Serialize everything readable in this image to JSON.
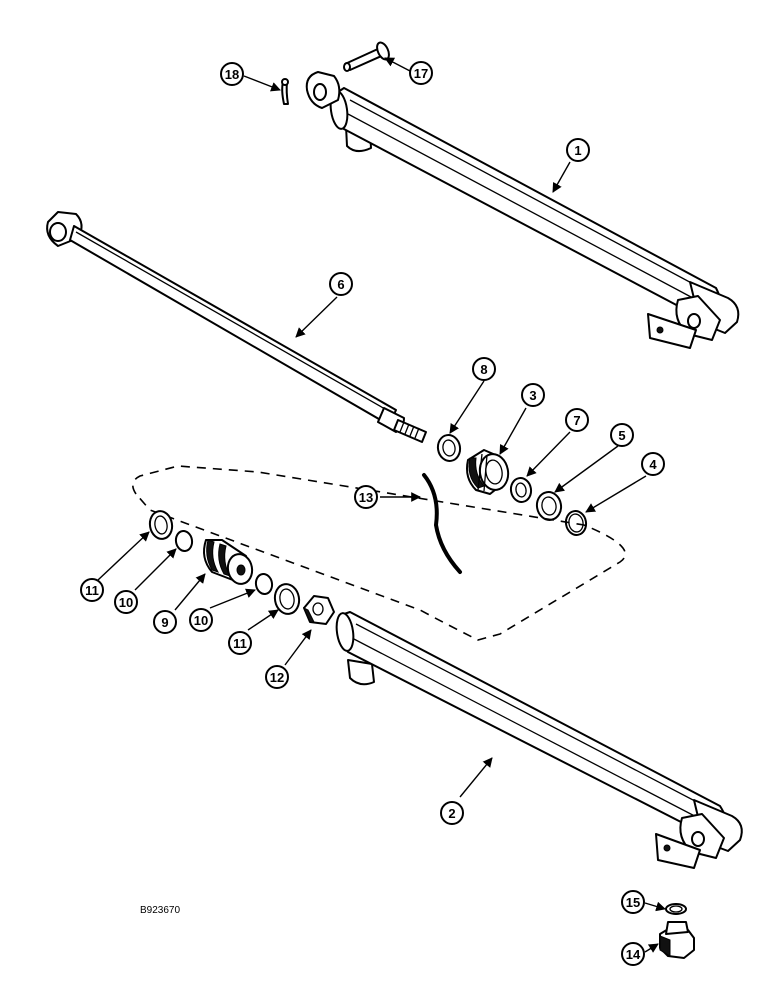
{
  "drawing": {
    "reference_number": "B923670",
    "line_color": "#000000",
    "background_color": "#ffffff"
  },
  "callouts": {
    "c1": "1",
    "c2": "2",
    "c3": "3",
    "c4": "4",
    "c5": "5",
    "c6": "6",
    "c7": "7",
    "c8": "8",
    "c9": "9",
    "c10a": "10",
    "c10b": "10",
    "c11a": "11",
    "c11b": "11",
    "c12": "12",
    "c13": "13",
    "c14": "14",
    "c15": "15",
    "c17": "17",
    "c18": "18"
  }
}
